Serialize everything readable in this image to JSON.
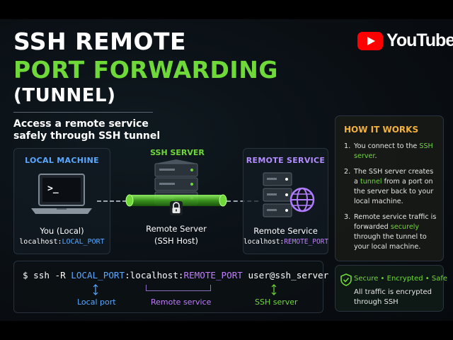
{
  "title": {
    "line1": "SSH REMOTE",
    "line2": "PORT FORWARDING",
    "line3": "(TUNNEL)"
  },
  "subtitle": "Access a remote service safely through SSH tunnel",
  "brand": {
    "name": "YouTube",
    "icon": "youtube-play-icon",
    "color": "#ff0000"
  },
  "local_machine": {
    "label": "LOCAL MACHINE",
    "icon": "laptop-terminal-icon",
    "terminal_prompt": ">_",
    "caption": "You (Local)",
    "host_prefix": "localhost:",
    "host_port": "LOCAL_PORT"
  },
  "ssh_server": {
    "label": "SSH SERVER",
    "icon": "server-stack-icon",
    "tunnel_icon": "padlock-icon",
    "caption_line1": "Remote Server",
    "caption_line2": "(SSH Host)"
  },
  "remote_service": {
    "label": "REMOTE SERVICE",
    "icon": "server-globe-icon",
    "caption": "Remote Service",
    "host_prefix": "localhost:",
    "host_port": "REMOTE_PORT"
  },
  "command": {
    "prompt": "$ ssh -R ",
    "local_port": "LOCAL_PORT",
    "sep1": ":localhost:",
    "remote_port": "REMOTE_PORT",
    "target": " user@ssh_server",
    "annotations": {
      "local_port": "Local port",
      "remote_service": "Remote service",
      "ssh_server": "SSH server"
    }
  },
  "how_it_works": {
    "title": "HOW IT WORKS",
    "steps": [
      {
        "num": "1.",
        "pre": "You connect to the ",
        "hl": "SSH server",
        "post": "."
      },
      {
        "num": "2.",
        "pre": "The SSH server creates a ",
        "hl": "tunnel",
        "post": " from a port on the server back to your local machine."
      },
      {
        "num": "3.",
        "pre": "Remote service traffic is forwarded ",
        "hl": "securely",
        "post": " through the tunnel to your local machine."
      }
    ]
  },
  "secure_box": {
    "icon": "shield-check-icon",
    "heading": "Secure • Encrypted • Safe",
    "body": "All traffic is encrypted through SSH"
  },
  "colors": {
    "accent_green": "#6fd93a",
    "accent_blue": "#5aa8ff",
    "accent_purple": "#b38cff",
    "accent_orange": "#f2b13a"
  }
}
